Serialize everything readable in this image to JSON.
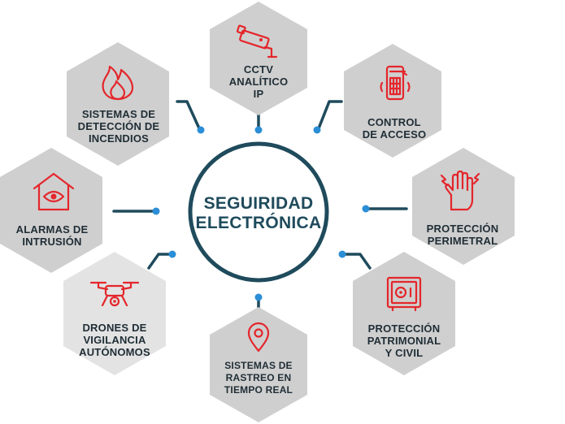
{
  "center": {
    "lines": [
      "SEGUIRIDAD",
      "ELECTRÓNICA"
    ]
  },
  "colors": {
    "hex": "#cfcfcf",
    "hex_light": "#e3e3e3",
    "icon": "#e4262b",
    "connector": "#1f4b5c",
    "dot": "#2b8ed6",
    "text": "#1f2d35"
  },
  "nodes": [
    {
      "id": "cctv",
      "icon": "cctv-camera-icon",
      "lines": [
        "CCTV",
        "ANALÍTICO",
        "IP"
      ]
    },
    {
      "id": "control",
      "icon": "door-lock-keypad-icon",
      "lines": [
        "CONTROL",
        "DE ACCESO"
      ]
    },
    {
      "id": "perimetral",
      "icon": "hand-sensor-icon",
      "lines": [
        "PROTECCIÓN",
        "PERIMETRAL"
      ]
    },
    {
      "id": "patrimonial",
      "icon": "safe-icon",
      "lines": [
        "PROTECCIÓN",
        "PATRIMONIAL",
        "Y CIVIL"
      ]
    },
    {
      "id": "rastreo",
      "icon": "location-pin-icon",
      "lines": [
        "SISTEMAS DE",
        "RASTREO EN",
        "TIEMPO REAL"
      ]
    },
    {
      "id": "drones",
      "icon": "drone-icon",
      "lines": [
        "DRONES DE",
        "VIGILANCIA",
        "AUTÓNOMOS"
      ]
    },
    {
      "id": "alarmas",
      "icon": "house-eye-icon",
      "lines": [
        "ALARMAS DE",
        "INTRUSIÓN"
      ]
    },
    {
      "id": "incendios",
      "icon": "flame-icon",
      "lines": [
        "SISTEMAS DE",
        "DETECCIÓN DE",
        "INCENDIOS"
      ]
    }
  ]
}
